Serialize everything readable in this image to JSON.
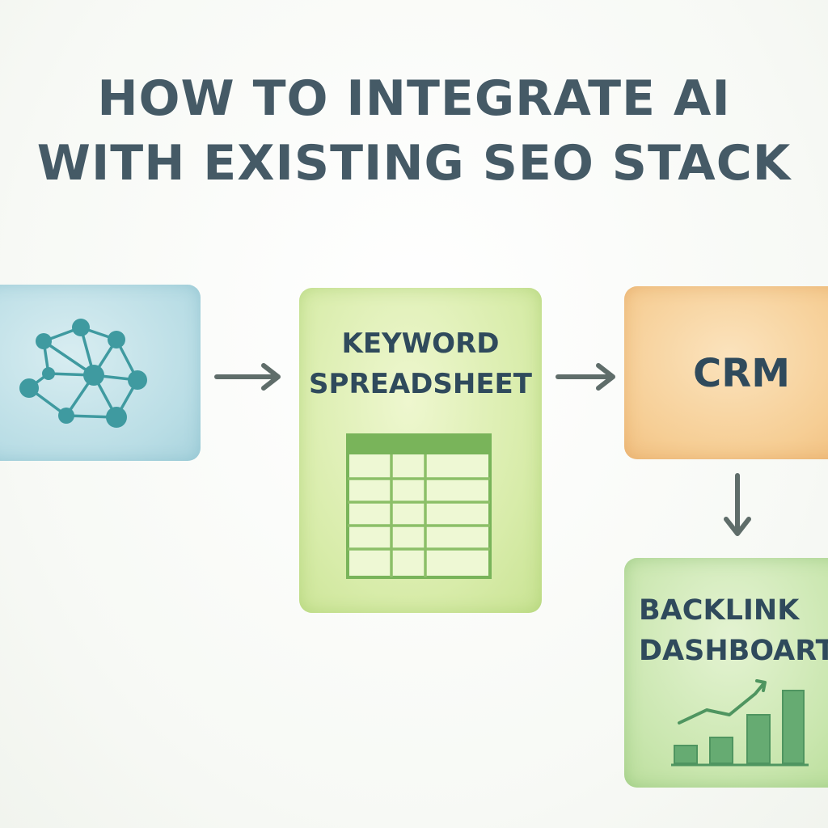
{
  "title": {
    "line1": "HOW TO INTEGRATE AI",
    "line2": "WITH EXISTING SEO STACK"
  },
  "nodes": {
    "ai": {
      "icon": "network-icon"
    },
    "keyword": {
      "line1": "KEYWORD",
      "line2": "SPREADSHEET",
      "icon": "spreadsheet-icon"
    },
    "crm": {
      "label": "CRM"
    },
    "backlink": {
      "line1": "BACKLINK",
      "line2": "DASHBOART",
      "icon": "bar-chart-icon"
    }
  },
  "colors": {
    "text": "#2f4a5c",
    "title": "#455a66",
    "arrow": "#5f6d6a",
    "ai_box": "#b9dde5",
    "keyword_box": "#d8ecaa",
    "crm_box": "#f6ce95",
    "backlink_box": "#c9e6ae",
    "network": "#3f9aa0",
    "grid": "#79b45a",
    "bars": "#66ab72"
  }
}
